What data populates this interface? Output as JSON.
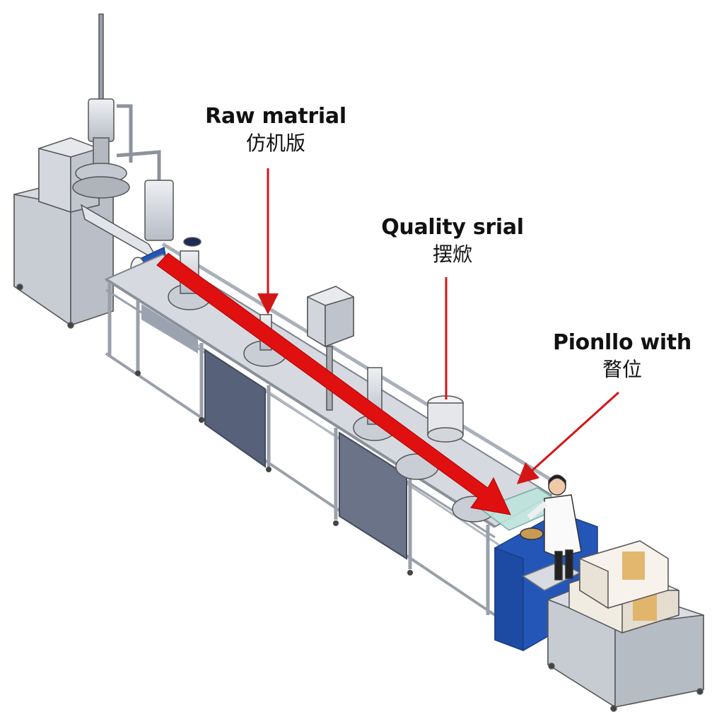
{
  "labels": {
    "raw_material": {
      "en": "Raw matrial",
      "zh": "仿机版"
    },
    "quality": {
      "en": "Quality srial",
      "zh": "摆焮"
    },
    "pionllo": {
      "en": "Pionllo with",
      "zh": "瞀位"
    }
  },
  "colors": {
    "flow_arrow": "#e01010",
    "callout_arrow": "#d41515",
    "frame_steel": "#c9ced6",
    "panel_dark": "#58617a",
    "packing_blue": "#2456b8",
    "box_cardboard": "#f1ece2",
    "box_tape": "#e0b060"
  },
  "icons": {
    "flow": "red-flow-arrow-icon",
    "worker": "worker-figure-icon",
    "boxes": "packaged-boxes-icon"
  }
}
